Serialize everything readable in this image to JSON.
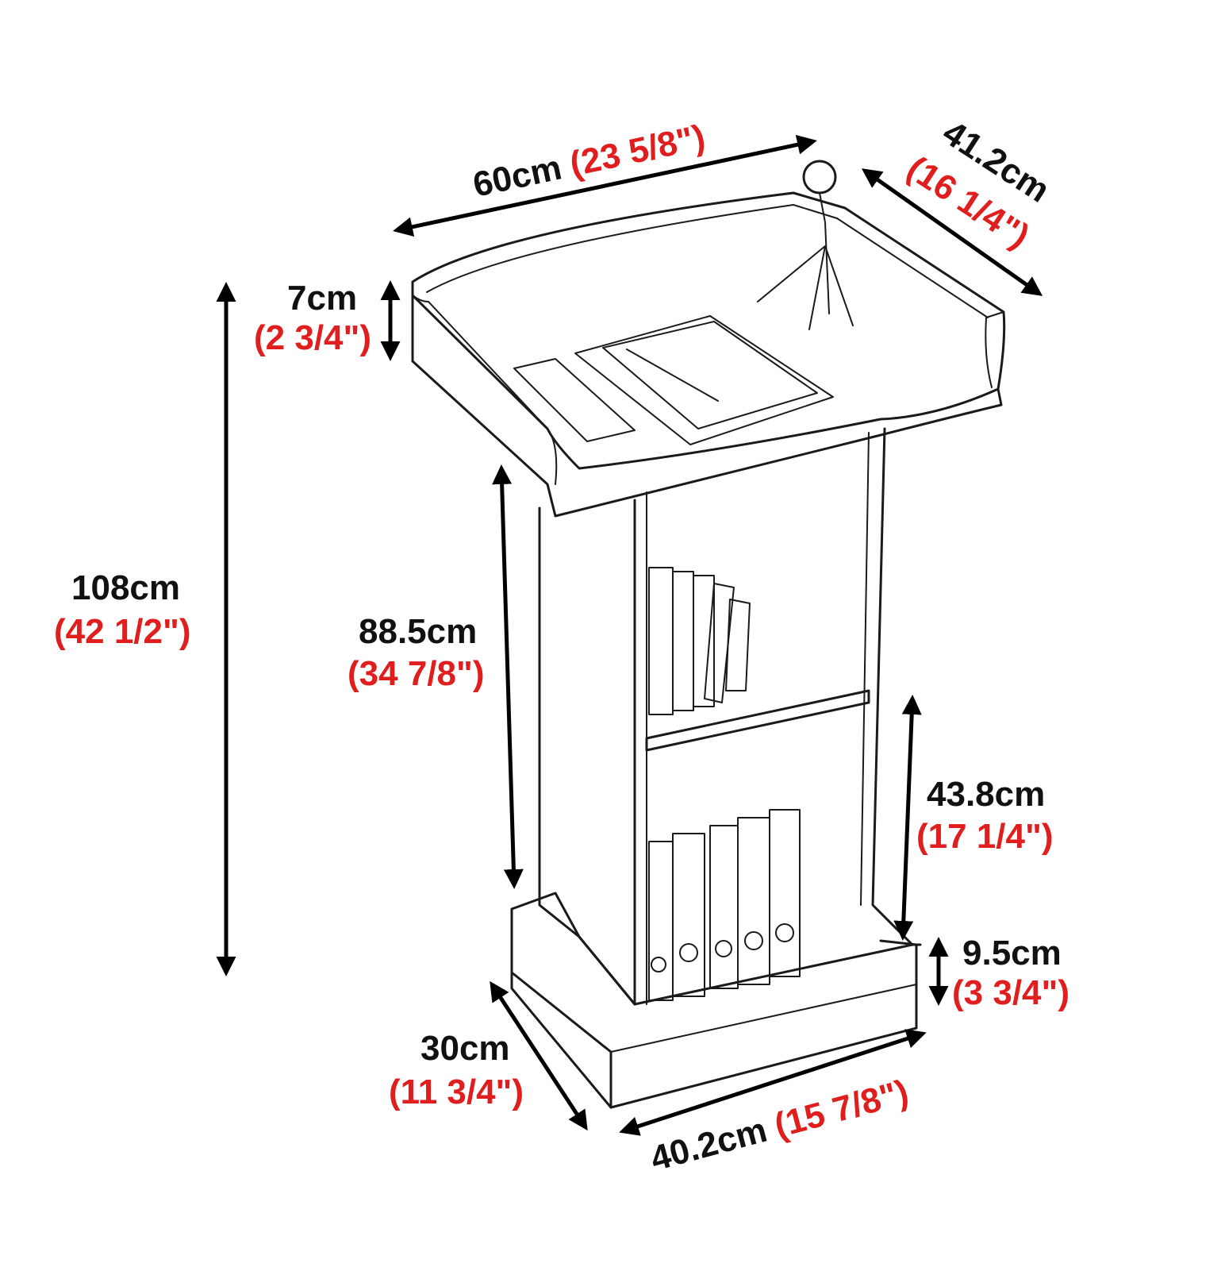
{
  "colors": {
    "metric": "#111111",
    "imperial": "#e01e1e",
    "outline": "#1a1a1a"
  },
  "dimensions": {
    "top_width": {
      "cm": "60cm",
      "inch": "(23 5/8\")"
    },
    "top_depth": {
      "cm": "41.2cm",
      "inch": "(16 1/4\")"
    },
    "lip_height": {
      "cm": "7cm",
      "inch": "(2 3/4\")"
    },
    "total_height": {
      "cm": "108cm",
      "inch": "(42 1/2\")"
    },
    "body_height": {
      "cm": "88.5cm",
      "inch": "(34 7/8\")"
    },
    "shelf_height": {
      "cm": "43.8cm",
      "inch": "(17 1/4\")"
    },
    "base_height": {
      "cm": "9.5cm",
      "inch": "(3 3/4\")"
    },
    "base_depth": {
      "cm": "30cm",
      "inch": "(11 3/4\")"
    },
    "base_width": {
      "cm": "40.2cm",
      "inch": "(15 7/8\")"
    }
  }
}
